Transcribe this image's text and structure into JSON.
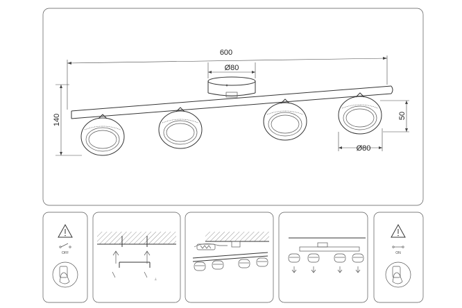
{
  "drawing": {
    "dimensions": {
      "length": "600",
      "height": "140",
      "base_diameter": "Ø80",
      "head_height": "50",
      "head_diameter": "Ø80"
    }
  },
  "steps": {
    "switch_off_label": "OFF",
    "switch_on_label": "ON"
  }
}
